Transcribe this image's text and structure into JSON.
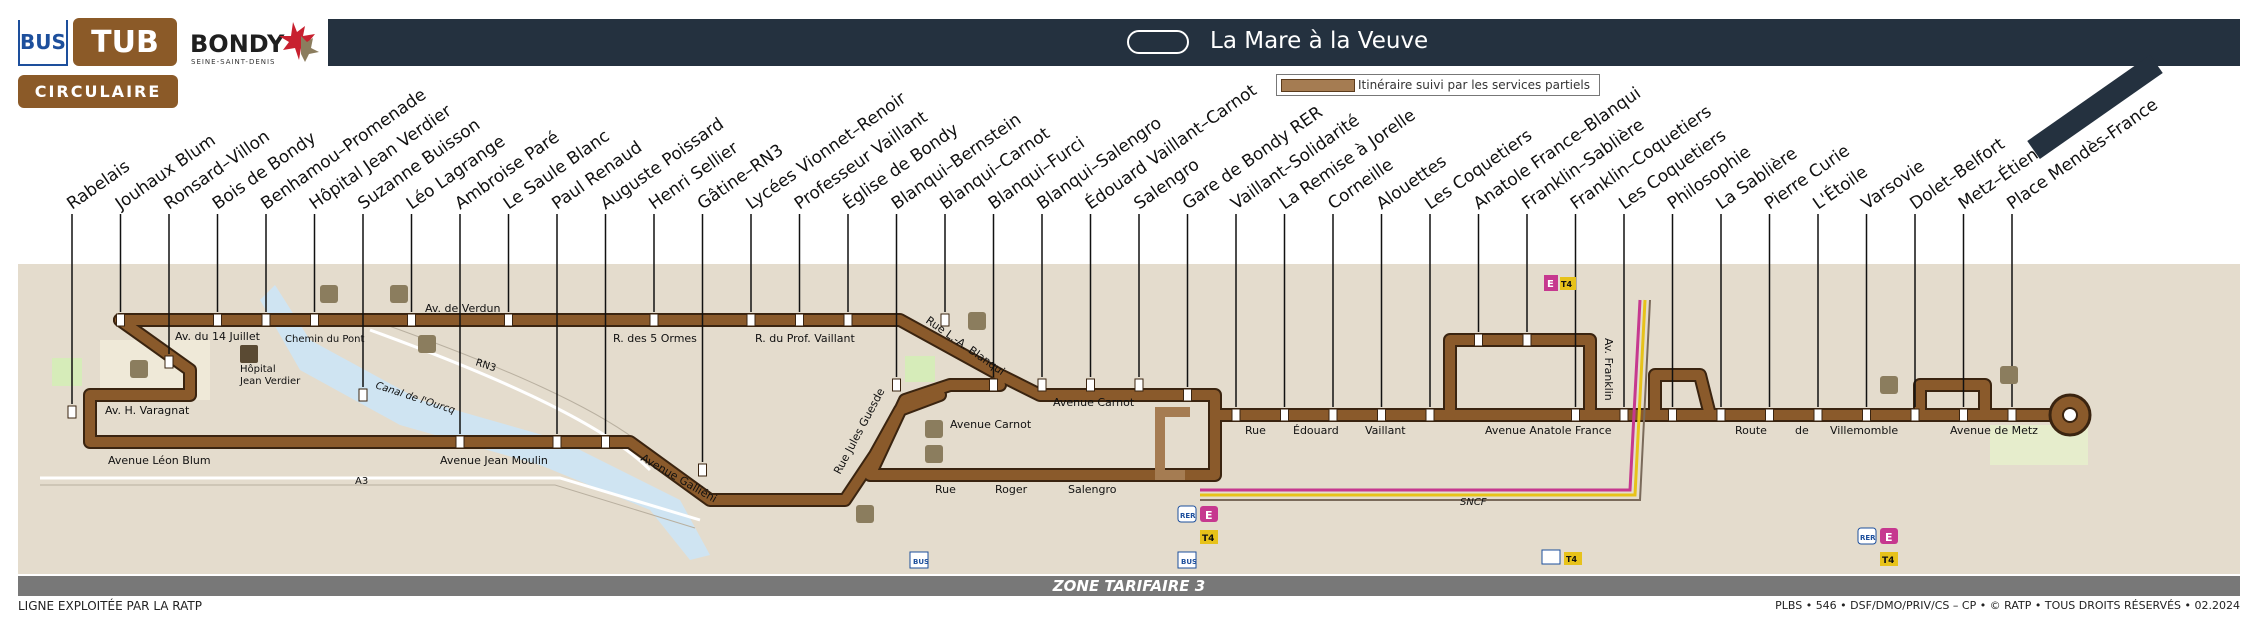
{
  "header": {
    "mode_badge": "BUS",
    "network": "TUB",
    "line_type": "CIRCULAIRE",
    "city": "BONDY",
    "city_sub": "SEINE-SAINT-DENIS",
    "destination": "La Mare à la Veuve"
  },
  "legend": {
    "partial_service": "Itinéraire suivi par les services partiels"
  },
  "stops": [
    "Rabelais",
    "Jouhaux Blum",
    "Ronsard–Villon",
    "Bois de Bondy",
    "Benhamou–Promenade",
    "Hôpital Jean Verdier",
    "Suzanne Buisson",
    "Léo Lagrange",
    "Ambroise Paré",
    "Le Saule Blanc",
    "Paul Renaud",
    "Auguste Poissard",
    "Henri Sellier",
    "Gâtine–RN3",
    "Lycées Vionnet–Renoir",
    "Professeur Vaillant",
    "Église de Bondy",
    "Blanqui–Bernstein",
    "Blanqui–Carnot",
    "Blanqui–Furci",
    "Blanqui–Salengro",
    "Édouard Vaillant–Carnot",
    "Salengro",
    "Gare de Bondy RER",
    "Vaillant–Solidarité",
    "La Remise à Jorelle",
    "Corneille",
    "Alouettes",
    "Les Coquetiers",
    "Anatole France–Blanqui",
    "Franklin–Sablière",
    "Franklin–Coquetiers",
    "Les Coquetiers",
    "Philosophie",
    "La Sablière",
    "Pierre Curie",
    "L'Étoile",
    "Varsovie",
    "Dolet–Belfort",
    "Metz–Étienne Dolet",
    "Place Mendès-France"
  ],
  "streets": {
    "av_14_juillet": "Av. du 14 Juillet",
    "chemin_du_pont": "Chemin du Pont",
    "av_verdun": "Av. de Verdun",
    "r_5_ormes": "R. des 5 Ormes",
    "r_prof_vaillant": "R. du Prof. Vaillant",
    "rue_la_blanqui": "Rue L.-A. Blanqui",
    "hopital": "Hôpital",
    "jean_verdier": "Jean Verdier",
    "av_varagnat": "Av. H. Varagnat",
    "canal": "Canal de l'Ourcq",
    "rn3": "RN3",
    "a3": "A3",
    "av_leon_blum": "Avenue Léon Blum",
    "av_jean_moulin": "Avenue Jean Moulin",
    "av_gallieni": "Avenue Galliéni",
    "rue_jules_guesde": "Rue Jules Guesde",
    "avenue_carnot_1": "Avenue Carnot",
    "avenue_carnot_2": "Avenue Carnot",
    "rue_1": "Rue",
    "roger": "Roger",
    "salengro": "Salengro",
    "rue_2": "Rue",
    "edouard": "Édouard",
    "vaillant": "Vaillant",
    "av_anatole_france": "Avenue Anatole France",
    "av_franklin": "Av. Franklin",
    "sncf": "SNCF",
    "route": "Route",
    "de": "de",
    "villemomble": "Villemomble",
    "av_metz": "Avenue de Metz"
  },
  "correspondences": {
    "bus": "BUS",
    "rer": "RER",
    "e": "E",
    "t4": "T4"
  },
  "zone": "ZONE TARIFAIRE 3",
  "footer": {
    "operator": "LIGNE EXPLOITÉE PAR LA RATP",
    "credits": "PLBS • 546 • DSF/DMO/PRIV/CS – CP • © RATP • TOUS DROITS RÉSERVÉS • 02.2024"
  },
  "colors": {
    "line": "#7a4a1f",
    "header": "#24313f",
    "map_bg": "#e4dccd",
    "canal": "#cfe4f2",
    "rer_e": "#c6388f",
    "t4": "#e7c21a"
  }
}
